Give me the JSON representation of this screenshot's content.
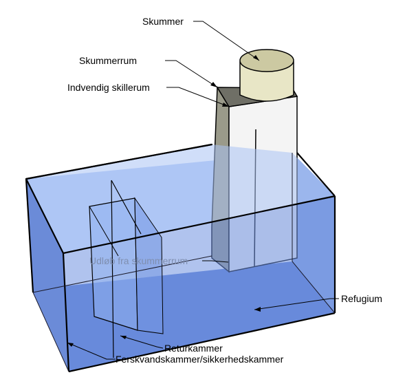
{
  "labels": {
    "skimmer": "Skummer",
    "skimmer_chamber": "Skummerrum",
    "inner_divider": "Indvendig skillerum",
    "skimmer_outlet": "Udløb fra skummerrum",
    "refugium": "Refugium",
    "return_chamber": "Returkammer",
    "freshwater_chamber": "Ferskvandskammer/sikkerhedskammer"
  },
  "colors": {
    "water_front": "#7f9ee6",
    "water_top": "#b4cbf7",
    "water_floor": "#5b7fd4",
    "skimmer_cap": "#e6e4c4",
    "chamber_wall": "#f4f4f4",
    "chamber_shadow": "#999988"
  }
}
